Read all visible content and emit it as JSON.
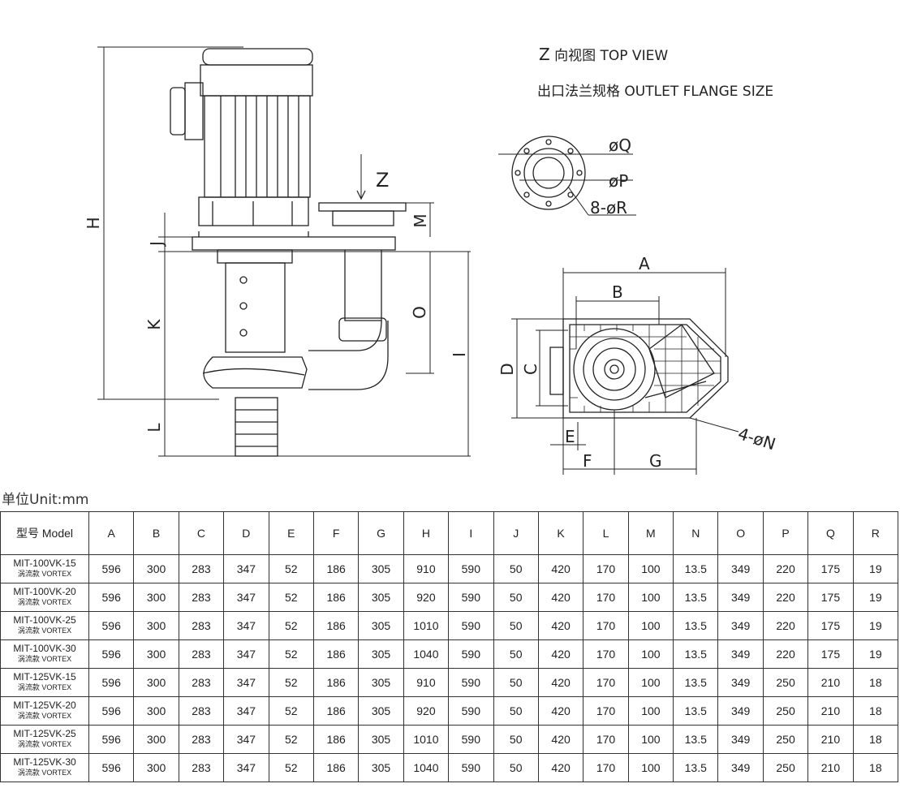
{
  "top_view": {
    "letter": "Z",
    "label": "向视图 TOP VIEW"
  },
  "flange": {
    "label": "出口法兰规格 OUTLET FLANGE SIZE",
    "q": "øQ",
    "p": "øP",
    "r": "8-øR"
  },
  "side_view": {
    "h": "H",
    "j": "J",
    "k": "K",
    "l": "L",
    "i": "I",
    "o": "O",
    "m": "M",
    "z": "Z"
  },
  "plan_view": {
    "a": "A",
    "b": "B",
    "c": "C",
    "d": "D",
    "e": "E",
    "f": "F",
    "g": "G",
    "n": "4-øN"
  },
  "unit": "单位Unit:mm",
  "table": {
    "model_header": "型号 Model",
    "columns": [
      "A",
      "B",
      "C",
      "D",
      "E",
      "F",
      "G",
      "H",
      "I",
      "J",
      "K",
      "L",
      "M",
      "N",
      "O",
      "P",
      "Q",
      "R"
    ],
    "rows": [
      {
        "model": "MIT-100VK-15",
        "sub": "涡流款 VORTEX",
        "values": [
          "596",
          "300",
          "283",
          "347",
          "52",
          "186",
          "305",
          "910",
          "590",
          "50",
          "420",
          "170",
          "100",
          "13.5",
          "349",
          "220",
          "175",
          "19"
        ]
      },
      {
        "model": "MIT-100VK-20",
        "sub": "涡流款 VORTEX",
        "values": [
          "596",
          "300",
          "283",
          "347",
          "52",
          "186",
          "305",
          "920",
          "590",
          "50",
          "420",
          "170",
          "100",
          "13.5",
          "349",
          "220",
          "175",
          "19"
        ]
      },
      {
        "model": "MIT-100VK-25",
        "sub": "涡流款 VORTEX",
        "values": [
          "596",
          "300",
          "283",
          "347",
          "52",
          "186",
          "305",
          "1010",
          "590",
          "50",
          "420",
          "170",
          "100",
          "13.5",
          "349",
          "220",
          "175",
          "19"
        ]
      },
      {
        "model": "MIT-100VK-30",
        "sub": "涡流款 VORTEX",
        "values": [
          "596",
          "300",
          "283",
          "347",
          "52",
          "186",
          "305",
          "1040",
          "590",
          "50",
          "420",
          "170",
          "100",
          "13.5",
          "349",
          "220",
          "175",
          "19"
        ]
      },
      {
        "model": "MIT-125VK-15",
        "sub": "涡流款 VORTEX",
        "values": [
          "596",
          "300",
          "283",
          "347",
          "52",
          "186",
          "305",
          "910",
          "590",
          "50",
          "420",
          "170",
          "100",
          "13.5",
          "349",
          "250",
          "210",
          "18"
        ]
      },
      {
        "model": "MIT-125VK-20",
        "sub": "涡流款 VORTEX",
        "values": [
          "596",
          "300",
          "283",
          "347",
          "52",
          "186",
          "305",
          "920",
          "590",
          "50",
          "420",
          "170",
          "100",
          "13.5",
          "349",
          "250",
          "210",
          "18"
        ]
      },
      {
        "model": "MIT-125VK-25",
        "sub": "涡流款 VORTEX",
        "values": [
          "596",
          "300",
          "283",
          "347",
          "52",
          "186",
          "305",
          "1010",
          "590",
          "50",
          "420",
          "170",
          "100",
          "13.5",
          "349",
          "250",
          "210",
          "18"
        ]
      },
      {
        "model": "MIT-125VK-30",
        "sub": "涡流款 VORTEX",
        "values": [
          "596",
          "300",
          "283",
          "347",
          "52",
          "186",
          "305",
          "1040",
          "590",
          "50",
          "420",
          "170",
          "100",
          "13.5",
          "349",
          "250",
          "210",
          "18"
        ]
      }
    ]
  }
}
